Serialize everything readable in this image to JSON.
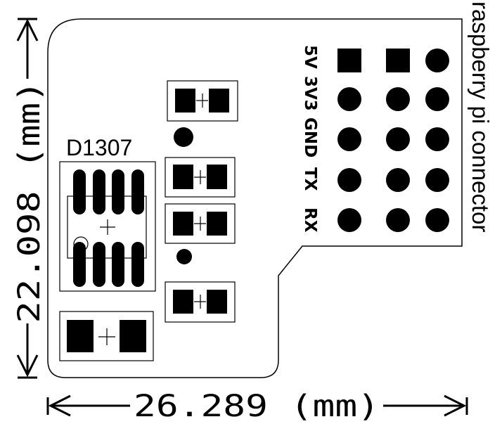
{
  "board": {
    "chip_label": "D1307",
    "connector_label": "raspberry pi connector",
    "pin_labels": [
      "5V",
      "3V3",
      "GND",
      "TX",
      "RX"
    ]
  },
  "dimensions": {
    "width_label": "26.289 (mm)",
    "height_label": "22.098 (mm)"
  },
  "colors": {
    "ink": "#000000",
    "paper": "#ffffff"
  }
}
